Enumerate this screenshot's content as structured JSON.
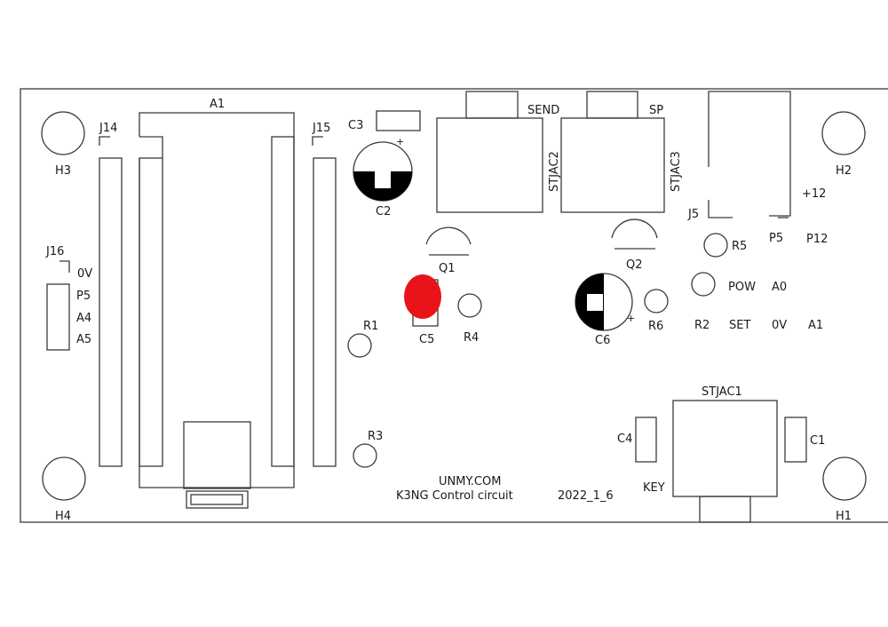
{
  "board": {
    "footer_site": "UNMY.COM",
    "footer_title": "K3NG Control circuit",
    "footer_date": "2022_1_6",
    "marker_color": "#e8141a"
  },
  "labels": {
    "a1": "A1",
    "j14": "J14",
    "j15": "J15",
    "j16": "J16",
    "j5": "J5",
    "h1": "H1",
    "h2": "H2",
    "h3": "H3",
    "h4": "H4",
    "c1": "C1",
    "c2": "C2",
    "c3": "C3",
    "c4": "C4",
    "c5": "C5",
    "c6": "C6",
    "q1": "Q1",
    "q2": "Q2",
    "r1": "R1",
    "r2": "R2",
    "r3": "R3",
    "r4": "R4",
    "r5": "R5",
    "r6": "R6",
    "stjac1": "STJAC1",
    "stjac2": "STJAC2",
    "stjac3": "STJAC3",
    "send": "SEND",
    "sp": "SP",
    "key": "KEY",
    "plus12": "+12",
    "p5_top": "P5",
    "p12": "P12",
    "pow": "POW",
    "a0": "A0",
    "set": "SET",
    "ov_mid": "0V",
    "a1_pin": "A1",
    "j16_ov": "0V",
    "j16_p5": "P5",
    "j16_a4": "A4",
    "j16_a5": "A5",
    "plus_c2": "+",
    "plus_c6": "+"
  }
}
